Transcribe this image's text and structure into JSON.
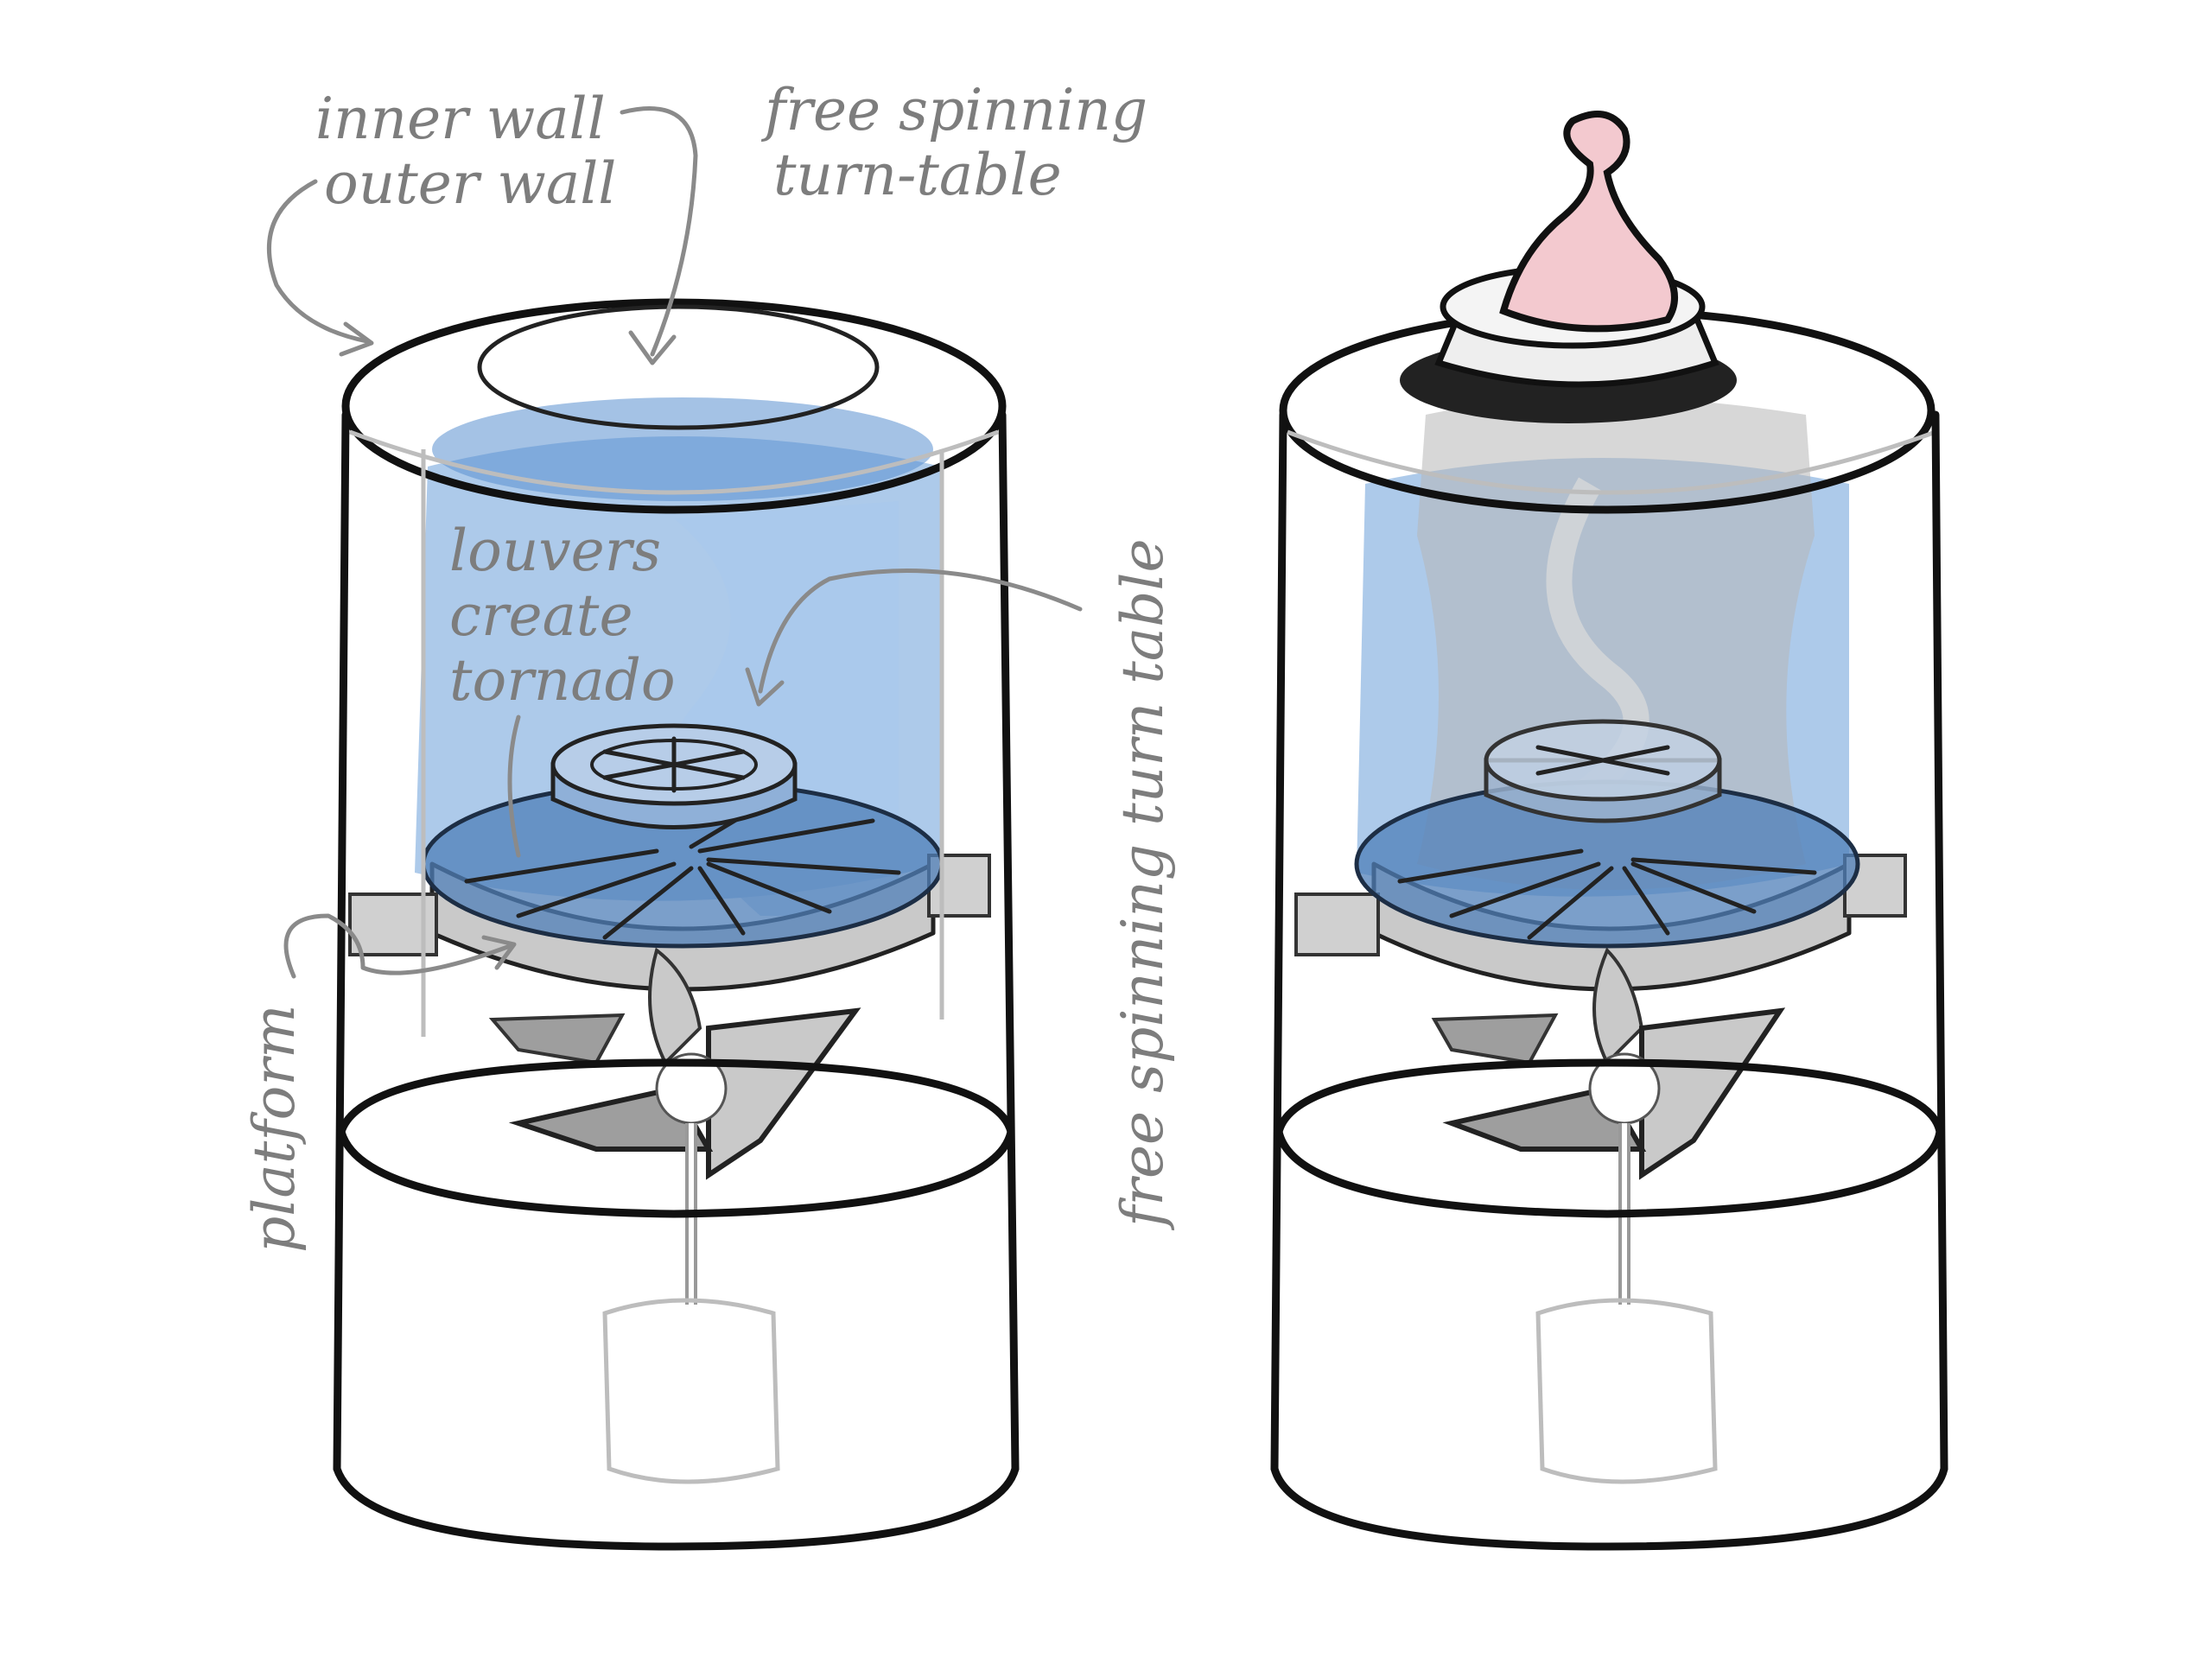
{
  "annotations": {
    "inner_wall": "inner wall",
    "outer_wall": "outer wall",
    "turn_table_line1": "free spinning",
    "turn_table_line2": "turn-table",
    "louvers_line1": "louvers",
    "louvers_line2": "create",
    "louvers_line3": "tornado",
    "turn_table_vertical": "free spinning turn table",
    "platform": "platform"
  },
  "colors": {
    "water": "#6a9fd8",
    "nipple": "#f3c9cf",
    "ink": "#111111",
    "annotation": "#7d7d7d",
    "metal": "#c9c9c9"
  }
}
